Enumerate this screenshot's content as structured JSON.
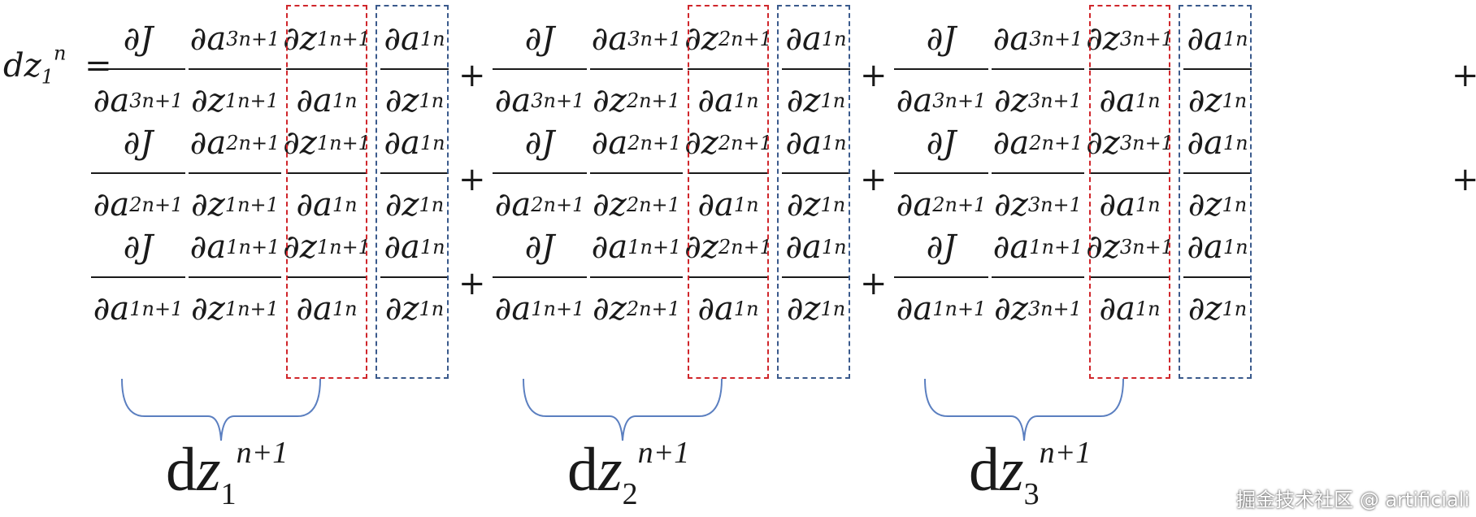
{
  "equation": {
    "lhs": {
      "base": "dz",
      "sub": "1",
      "sup": "n",
      "equals": "="
    },
    "plus_sign": "+",
    "groups": [
      {
        "brace_label": {
          "base": "d",
          "var": "z",
          "sub": "1",
          "sup": "n+1"
        },
        "rows": [
          {
            "c1": {
              "num": "∂J",
              "den_var": "∂a",
              "den_sub": "3",
              "den_sup": "n+1"
            },
            "c2": {
              "num_var": "∂a",
              "num_sub": "3",
              "num_sup": "n+1",
              "den_var": "∂z",
              "den_sub": "1",
              "den_sup": "n+1"
            },
            "c3": {
              "num_var": "∂z",
              "num_sub": "1",
              "num_sup": "n+1",
              "den_var": "∂a",
              "den_sub": "1",
              "den_sup": "n"
            },
            "c4": {
              "num_var": "∂a",
              "num_sub": "1",
              "num_sup": "n",
              "den_var": "∂z",
              "den_sub": "1",
              "den_sup": "n"
            }
          },
          {
            "c1": {
              "num": "∂J",
              "den_var": "∂a",
              "den_sub": "2",
              "den_sup": "n+1"
            },
            "c2": {
              "num_var": "∂a",
              "num_sub": "2",
              "num_sup": "n+1",
              "den_var": "∂z",
              "den_sub": "1",
              "den_sup": "n+1"
            },
            "c3": {
              "num_var": "∂z",
              "num_sub": "1",
              "num_sup": "n+1",
              "den_var": "∂a",
              "den_sub": "1",
              "den_sup": "n"
            },
            "c4": {
              "num_var": "∂a",
              "num_sub": "1",
              "num_sup": "n",
              "den_var": "∂z",
              "den_sub": "1",
              "den_sup": "n"
            }
          },
          {
            "c1": {
              "num": "∂J",
              "den_var": "∂a",
              "den_sub": "1",
              "den_sup": "n+1"
            },
            "c2": {
              "num_var": "∂a",
              "num_sub": "1",
              "num_sup": "n+1",
              "den_var": "∂z",
              "den_sub": "1",
              "den_sup": "n+1"
            },
            "c3": {
              "num_var": "∂z",
              "num_sub": "1",
              "num_sup": "n+1",
              "den_var": "∂a",
              "den_sub": "1",
              "den_sup": "n"
            },
            "c4": {
              "num_var": "∂a",
              "num_sub": "1",
              "num_sup": "n",
              "den_var": "∂z",
              "den_sub": "1",
              "den_sup": "n"
            }
          }
        ]
      },
      {
        "brace_label": {
          "base": "d",
          "var": "z",
          "sub": "2",
          "sup": "n+1"
        },
        "rows": [
          {
            "c1": {
              "num": "∂J",
              "den_var": "∂a",
              "den_sub": "3",
              "den_sup": "n+1"
            },
            "c2": {
              "num_var": "∂a",
              "num_sub": "3",
              "num_sup": "n+1",
              "den_var": "∂z",
              "den_sub": "2",
              "den_sup": "n+1"
            },
            "c3": {
              "num_var": "∂z",
              "num_sub": "2",
              "num_sup": "n+1",
              "den_var": "∂a",
              "den_sub": "1",
              "den_sup": "n"
            },
            "c4": {
              "num_var": "∂a",
              "num_sub": "1",
              "num_sup": "n",
              "den_var": "∂z",
              "den_sub": "1",
              "den_sup": "n"
            }
          },
          {
            "c1": {
              "num": "∂J",
              "den_var": "∂a",
              "den_sub": "2",
              "den_sup": "n+1"
            },
            "c2": {
              "num_var": "∂a",
              "num_sub": "2",
              "num_sup": "n+1",
              "den_var": "∂z",
              "den_sub": "2",
              "den_sup": "n+1"
            },
            "c3": {
              "num_var": "∂z",
              "num_sub": "2",
              "num_sup": "n+1",
              "den_var": "∂a",
              "den_sub": "1",
              "den_sup": "n"
            },
            "c4": {
              "num_var": "∂a",
              "num_sub": "1",
              "num_sup": "n",
              "den_var": "∂z",
              "den_sub": "1",
              "den_sup": "n"
            }
          },
          {
            "c1": {
              "num": "∂J",
              "den_var": "∂a",
              "den_sub": "1",
              "den_sup": "n+1"
            },
            "c2": {
              "num_var": "∂a",
              "num_sub": "1",
              "num_sup": "n+1",
              "den_var": "∂z",
              "den_sub": "2",
              "den_sup": "n+1"
            },
            "c3": {
              "num_var": "∂z",
              "num_sub": "2",
              "num_sup": "n+1",
              "den_var": "∂a",
              "den_sub": "1",
              "den_sup": "n"
            },
            "c4": {
              "num_var": "∂a",
              "num_sub": "1",
              "num_sup": "n",
              "den_var": "∂z",
              "den_sub": "1",
              "den_sup": "n"
            }
          }
        ]
      },
      {
        "brace_label": {
          "base": "d",
          "var": "z",
          "sub": "3",
          "sup": "n+1"
        },
        "rows": [
          {
            "c1": {
              "num": "∂J",
              "den_var": "∂a",
              "den_sub": "3",
              "den_sup": "n+1"
            },
            "c2": {
              "num_var": "∂a",
              "num_sub": "3",
              "num_sup": "n+1",
              "den_var": "∂z",
              "den_sub": "3",
              "den_sup": "n+1"
            },
            "c3": {
              "num_var": "∂z",
              "num_sub": "3",
              "num_sup": "n+1",
              "den_var": "∂a",
              "den_sub": "1",
              "den_sup": "n"
            },
            "c4": {
              "num_var": "∂a",
              "num_sub": "1",
              "num_sup": "n",
              "den_var": "∂z",
              "den_sub": "1",
              "den_sup": "n"
            }
          },
          {
            "c1": {
              "num": "∂J",
              "den_var": "∂a",
              "den_sub": "2",
              "den_sup": "n+1"
            },
            "c2": {
              "num_var": "∂a",
              "num_sub": "2",
              "num_sup": "n+1",
              "den_var": "∂z",
              "den_sub": "3",
              "den_sup": "n+1"
            },
            "c3": {
              "num_var": "∂z",
              "num_sub": "3",
              "num_sup": "n+1",
              "den_var": "∂a",
              "den_sub": "1",
              "den_sup": "n"
            },
            "c4": {
              "num_var": "∂a",
              "num_sub": "1",
              "num_sup": "n",
              "den_var": "∂z",
              "den_sub": "1",
              "den_sup": "n"
            }
          },
          {
            "c1": {
              "num": "∂J",
              "den_var": "∂a",
              "den_sub": "1",
              "den_sup": "n+1"
            },
            "c2": {
              "num_var": "∂a",
              "num_sub": "1",
              "num_sup": "n+1",
              "den_var": "∂z",
              "den_sub": "3",
              "den_sup": "n+1"
            },
            "c3": {
              "num_var": "∂z",
              "num_sub": "3",
              "num_sup": "n+1",
              "den_var": "∂a",
              "den_sub": "1",
              "den_sup": "n"
            },
            "c4": {
              "num_var": "∂a",
              "num_sub": "1",
              "num_sup": "n",
              "den_var": "∂z",
              "den_sub": "1",
              "den_sup": "n"
            }
          }
        ]
      }
    ]
  },
  "highlight_colors": {
    "red_box": "#d0262b",
    "blue_box": "#3a5a8c",
    "brace": "#5b7fc0"
  },
  "watermark": "掘金技术社区 @ artificiali"
}
